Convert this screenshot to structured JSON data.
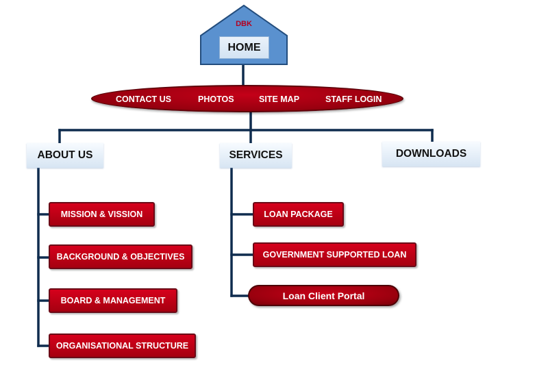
{
  "home": {
    "brand": "DBK",
    "label": "HOME",
    "house_fill": "#5a91cf",
    "house_stroke": "#234d7d"
  },
  "top_nav": {
    "items": [
      "CONTACT US",
      "PHOTOS",
      "SITE MAP",
      "STAFF LOGIN"
    ],
    "color": "#a8000f"
  },
  "sections": {
    "about_us": {
      "label": "ABOUT US",
      "children": [
        "MISSION & VISSION",
        "BACKGROUND & OBJECTIVES",
        "BOARD & MANAGEMENT",
        "ORGANISATIONAL STRUCTURE"
      ]
    },
    "services": {
      "label": "SERVICES",
      "children": [
        "LOAN PACKAGE",
        "GOVERNMENT SUPPORTED LOAN",
        "Loan Client Portal"
      ]
    },
    "downloads": {
      "label": "DOWNLOADS"
    }
  },
  "colors": {
    "connector": "#0f2c4e",
    "button_red": "#c20018",
    "section_bg": "#dbe7f4"
  }
}
